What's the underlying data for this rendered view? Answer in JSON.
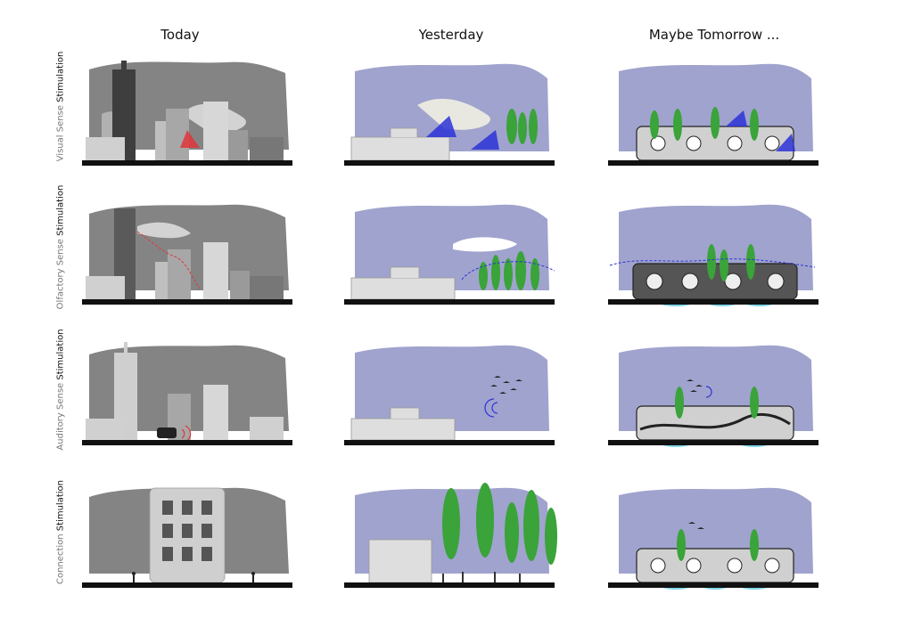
{
  "columns": [
    "Today",
    "Yesterday",
    "Maybe Tomorrow ..."
  ],
  "rows": [
    {
      "prefix": "Visual Sense ",
      "suffix": "Stimulation"
    },
    {
      "prefix": "Olfactory Sense ",
      "suffix": "Stimulation"
    },
    {
      "prefix": "Auditory Sense ",
      "suffix": "Stimulation"
    },
    {
      "prefix": "Connection ",
      "suffix": "Stimulation"
    }
  ],
  "colors": {
    "gray_sky": "#6e6e6e",
    "blue_sky": "#8f93c4",
    "ground": "#111111",
    "tree": "#3aa33a",
    "signal_blue": "#2b33d6",
    "signal_red": "#e0353a",
    "water": "#7fd6e8"
  }
}
